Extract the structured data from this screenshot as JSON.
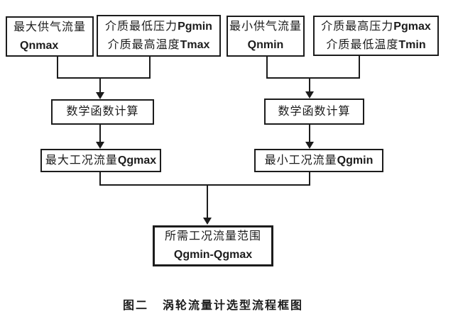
{
  "diagram": {
    "nodes": {
      "qnmax": {
        "zh": "最大供气流量",
        "en": "Qnmax"
      },
      "pgmin_tmax": {
        "l1_zh": "介质最低压力",
        "l1_en": "Pgmin",
        "l2_zh": "介质最高温度",
        "l2_en": "Tmax"
      },
      "qnmin": {
        "zh": "最小供气流量",
        "en": "Qnmin"
      },
      "pgmax_tmin": {
        "l1_zh": "介质最高压力",
        "l1_en": "Pgmax",
        "l2_zh": "介质最低温度",
        "l2_en": "Tmin"
      },
      "math_left": {
        "label": "数学函数计算"
      },
      "math_right": {
        "label": "数学函数计算"
      },
      "qgmax": {
        "zh": "最大工况流量",
        "en": "Qgmax"
      },
      "qgmin": {
        "zh": "最小工况流量",
        "en": "Qgmin"
      },
      "result": {
        "zh": "所需工况流量范围",
        "en": "Qgmin-Qgmax"
      }
    },
    "caption": {
      "figure_label": "图二",
      "text": "涡轮流量计选型流程框图"
    },
    "colors": {
      "line": "#1c1c1c",
      "background": "#ffffff"
    }
  }
}
